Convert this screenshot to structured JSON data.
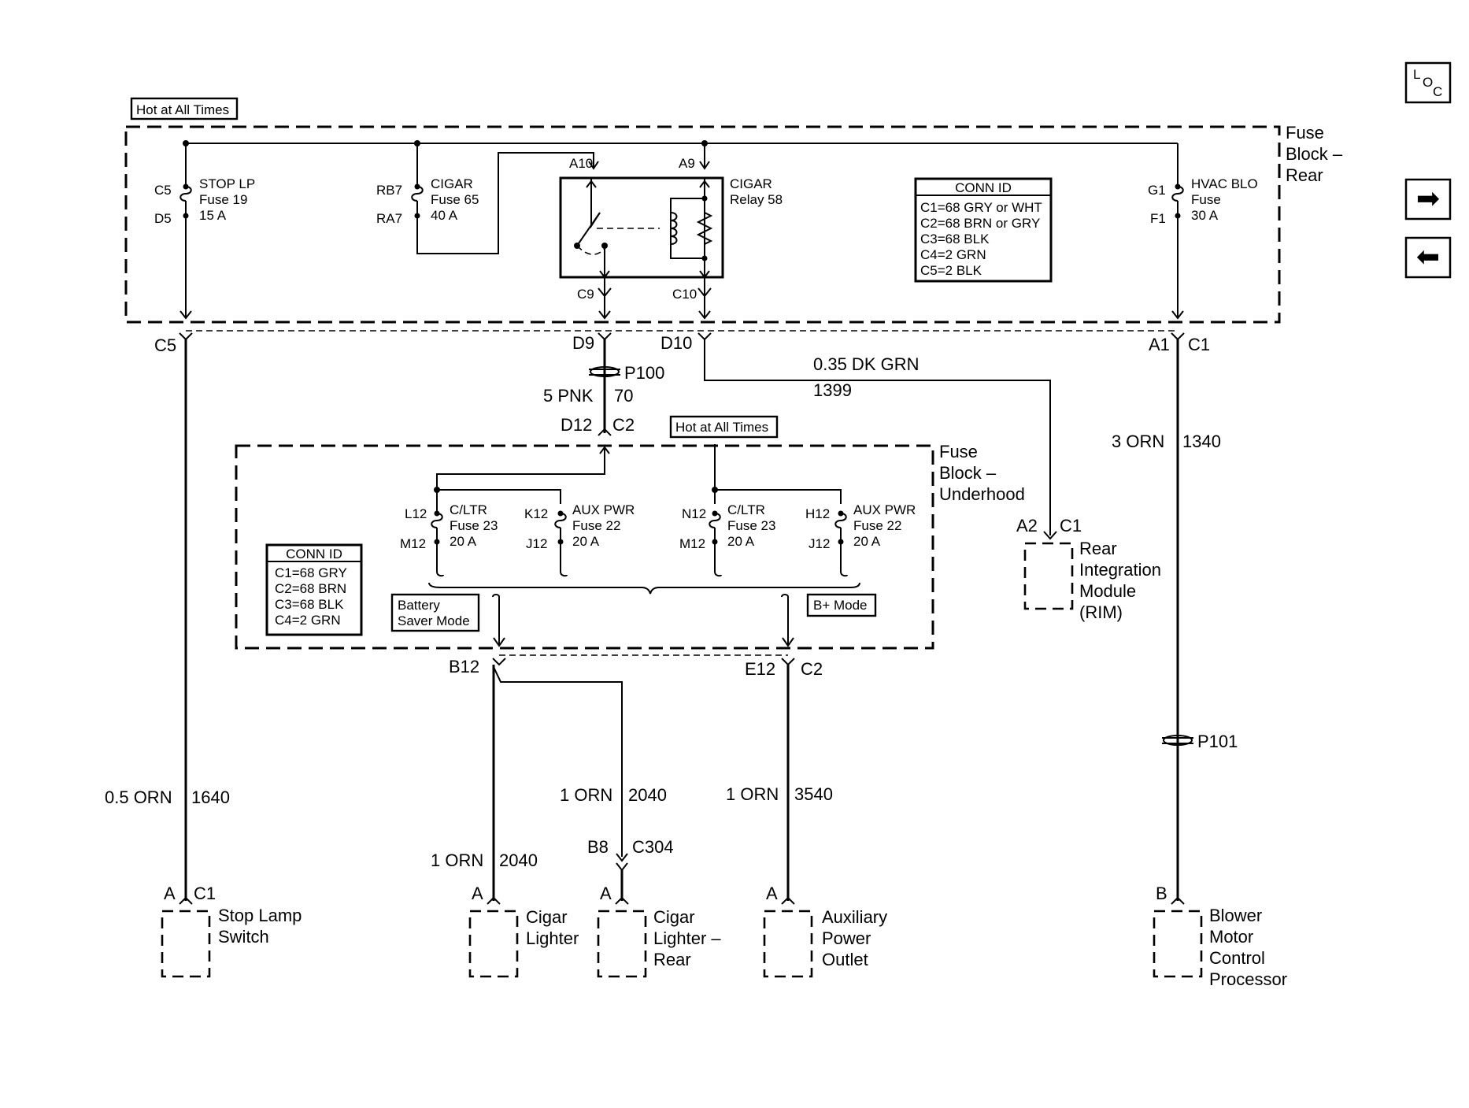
{
  "nav": {
    "loc_l": "L",
    "loc_o": "O",
    "loc_c": "C",
    "next": "➡",
    "prev": "⬅"
  },
  "hot_top": "Hot at All Times",
  "hot_mid": "Hot at All Times",
  "fbr": {
    "title": [
      "Fuse",
      "Block –",
      "Rear"
    ],
    "stop": {
      "name": "STOP LP",
      "fuse": "Fuse 19",
      "amp": "15 A",
      "in": "C5",
      "out": "D5"
    },
    "cigar": {
      "name": "CIGAR",
      "fuse": "Fuse 65",
      "amp": "40 A",
      "in": "RB7",
      "out": "RA7"
    },
    "relay": {
      "name": "CIGAR",
      "sub": "Relay 58",
      "a10": "A10",
      "a9": "A9",
      "c9": "C9",
      "c10": "C10"
    },
    "hvac": {
      "name": "HVAC BLO",
      "fuse": "Fuse",
      "amp": "30 A",
      "in": "G1",
      "out": "F1"
    },
    "conn_title": "CONN ID",
    "conn": [
      "C1=68 GRY or WHT",
      "C2=68 BRN or GRY",
      "C3=68 BLK",
      "C4=2 GRN",
      "C5=2 BLK"
    ]
  },
  "fbu": {
    "title": [
      "Fuse",
      "Block –",
      "Underhood"
    ],
    "f1": {
      "name": "C/LTR",
      "fuse": "Fuse 23",
      "amp": "20 A",
      "in": "L12",
      "out": "M12"
    },
    "f2": {
      "name": "AUX PWR",
      "fuse": "Fuse 22",
      "amp": "20 A",
      "in": "K12",
      "out": "J12"
    },
    "f3": {
      "name": "C/LTR",
      "fuse": "Fuse 23",
      "amp": "20 A",
      "in": "N12",
      "out": "M12"
    },
    "f4": {
      "name": "AUX PWR",
      "fuse": "Fuse 22",
      "amp": "20 A",
      "in": "H12",
      "out": "J12"
    },
    "conn_title": "CONN ID",
    "conn": [
      "C1=68 GRY",
      "C2=68 BRN",
      "C3=68 BLK",
      "C4=2 GRN"
    ],
    "battery_saver": [
      "Battery",
      "Saver Mode"
    ],
    "bplus": "B+ Mode"
  },
  "connectors": {
    "c5": "C5",
    "d9": "D9",
    "d10": "D10",
    "a1": "A1",
    "c1": "C1",
    "p100": "P100",
    "d12": "D12",
    "c2": "C2",
    "b12": "B12",
    "e12": "E12",
    "c2b": "C2",
    "p101": "P101",
    "b8": "B8",
    "c304": "C304",
    "a2": "A2",
    "c1rim": "C1"
  },
  "wires": {
    "pnk": {
      "gauge": "5 PNK",
      "circuit": "70"
    },
    "dkgrn": {
      "gauge": "0.35 DK GRN",
      "circuit": "1399"
    },
    "orn1340": {
      "gauge": "3 ORN",
      "circuit": "1340"
    },
    "orn1640": {
      "gauge": "0.5 ORN",
      "circuit": "1640"
    },
    "orn2040a": {
      "gauge": "1 ORN",
      "circuit": "2040"
    },
    "orn2040b": {
      "gauge": "1 ORN",
      "circuit": "2040"
    },
    "orn3540": {
      "gauge": "1 ORN",
      "circuit": "3540"
    }
  },
  "components": {
    "stop": {
      "pin": "A",
      "conn": "C1",
      "label": [
        "Stop Lamp",
        "Switch"
      ]
    },
    "cig": {
      "pin": "A",
      "label": [
        "Cigar",
        "Lighter"
      ]
    },
    "cigr": {
      "pin": "A",
      "label": [
        "Cigar",
        "Lighter –",
        "Rear"
      ]
    },
    "aux": {
      "pin": "A",
      "label": [
        "Auxiliary",
        "Power",
        "Outlet"
      ]
    },
    "blower": {
      "pin": "B",
      "label": [
        "Blower",
        "Motor",
        "Control",
        "Processor"
      ]
    },
    "rim": {
      "label": [
        "Rear",
        "Integration",
        "Module",
        "(RIM)"
      ]
    }
  }
}
